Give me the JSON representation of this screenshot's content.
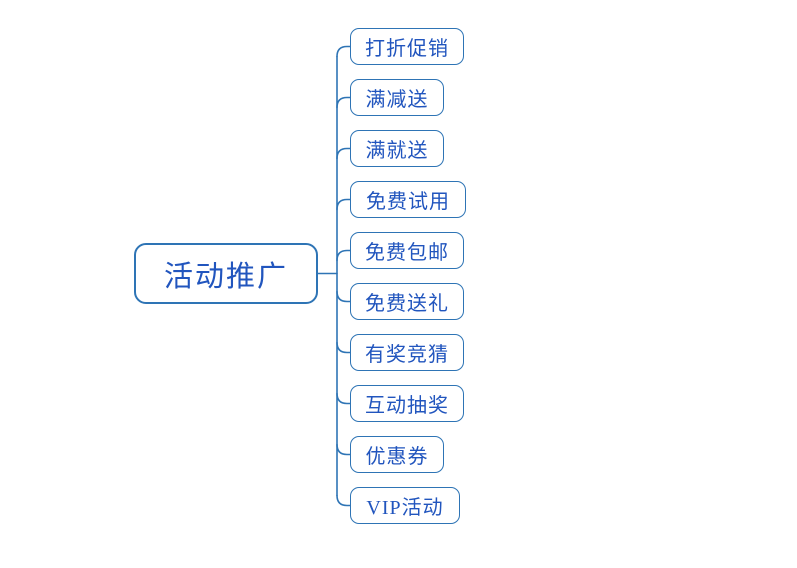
{
  "diagram": {
    "type": "mindmap",
    "root": {
      "label": "活动推广"
    },
    "children": [
      {
        "label": "打折促销"
      },
      {
        "label": "满减送"
      },
      {
        "label": "满就送"
      },
      {
        "label": "免费试用"
      },
      {
        "label": "免费包邮"
      },
      {
        "label": "免费送礼"
      },
      {
        "label": "有奖竞猜"
      },
      {
        "label": "互动抽奖"
      },
      {
        "label": "优惠券"
      },
      {
        "label": "VIP活动"
      }
    ],
    "colors": {
      "node_border": "#2E74B5",
      "node_text": "#2155BE",
      "connector": "#2E74B5",
      "background": "#FFFFFF"
    }
  }
}
